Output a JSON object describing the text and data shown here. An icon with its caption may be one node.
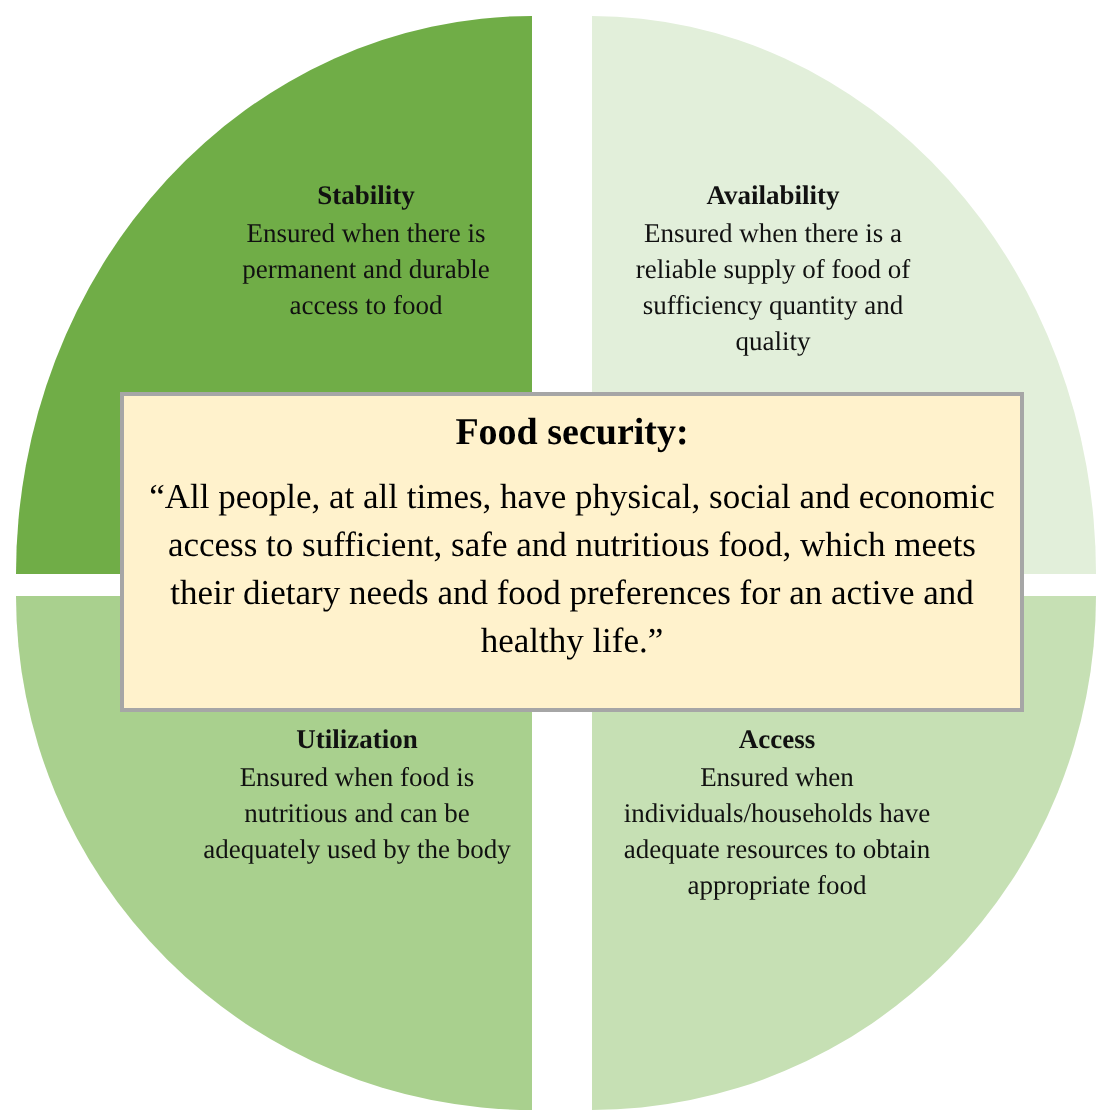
{
  "diagram": {
    "nodes": [
      {
        "text": [
          "Stability",
          "Ensured when there is permanent and durable access to food"
        ]
      },
      {
        "text": [
          "Availability",
          "Ensured when there is a reliable supply of food of sufficiency quantity and quality"
        ]
      },
      {
        "text": [
          "Food security:",
          "“All people, at all times, have physical, social and economic access to sufficient, safe and nutritious food, which meets their dietary needs and food preferences for an active and healthy life.”"
        ]
      },
      {
        "text": [
          "Utilization",
          "Ensured when food is nutritious and can be adequately used by the body"
        ]
      },
      {
        "text": [
          "Access",
          "Ensured when individuals/households have adequate resources to obtain appropriate food"
        ]
      }
    ],
    "edges": []
  }
}
